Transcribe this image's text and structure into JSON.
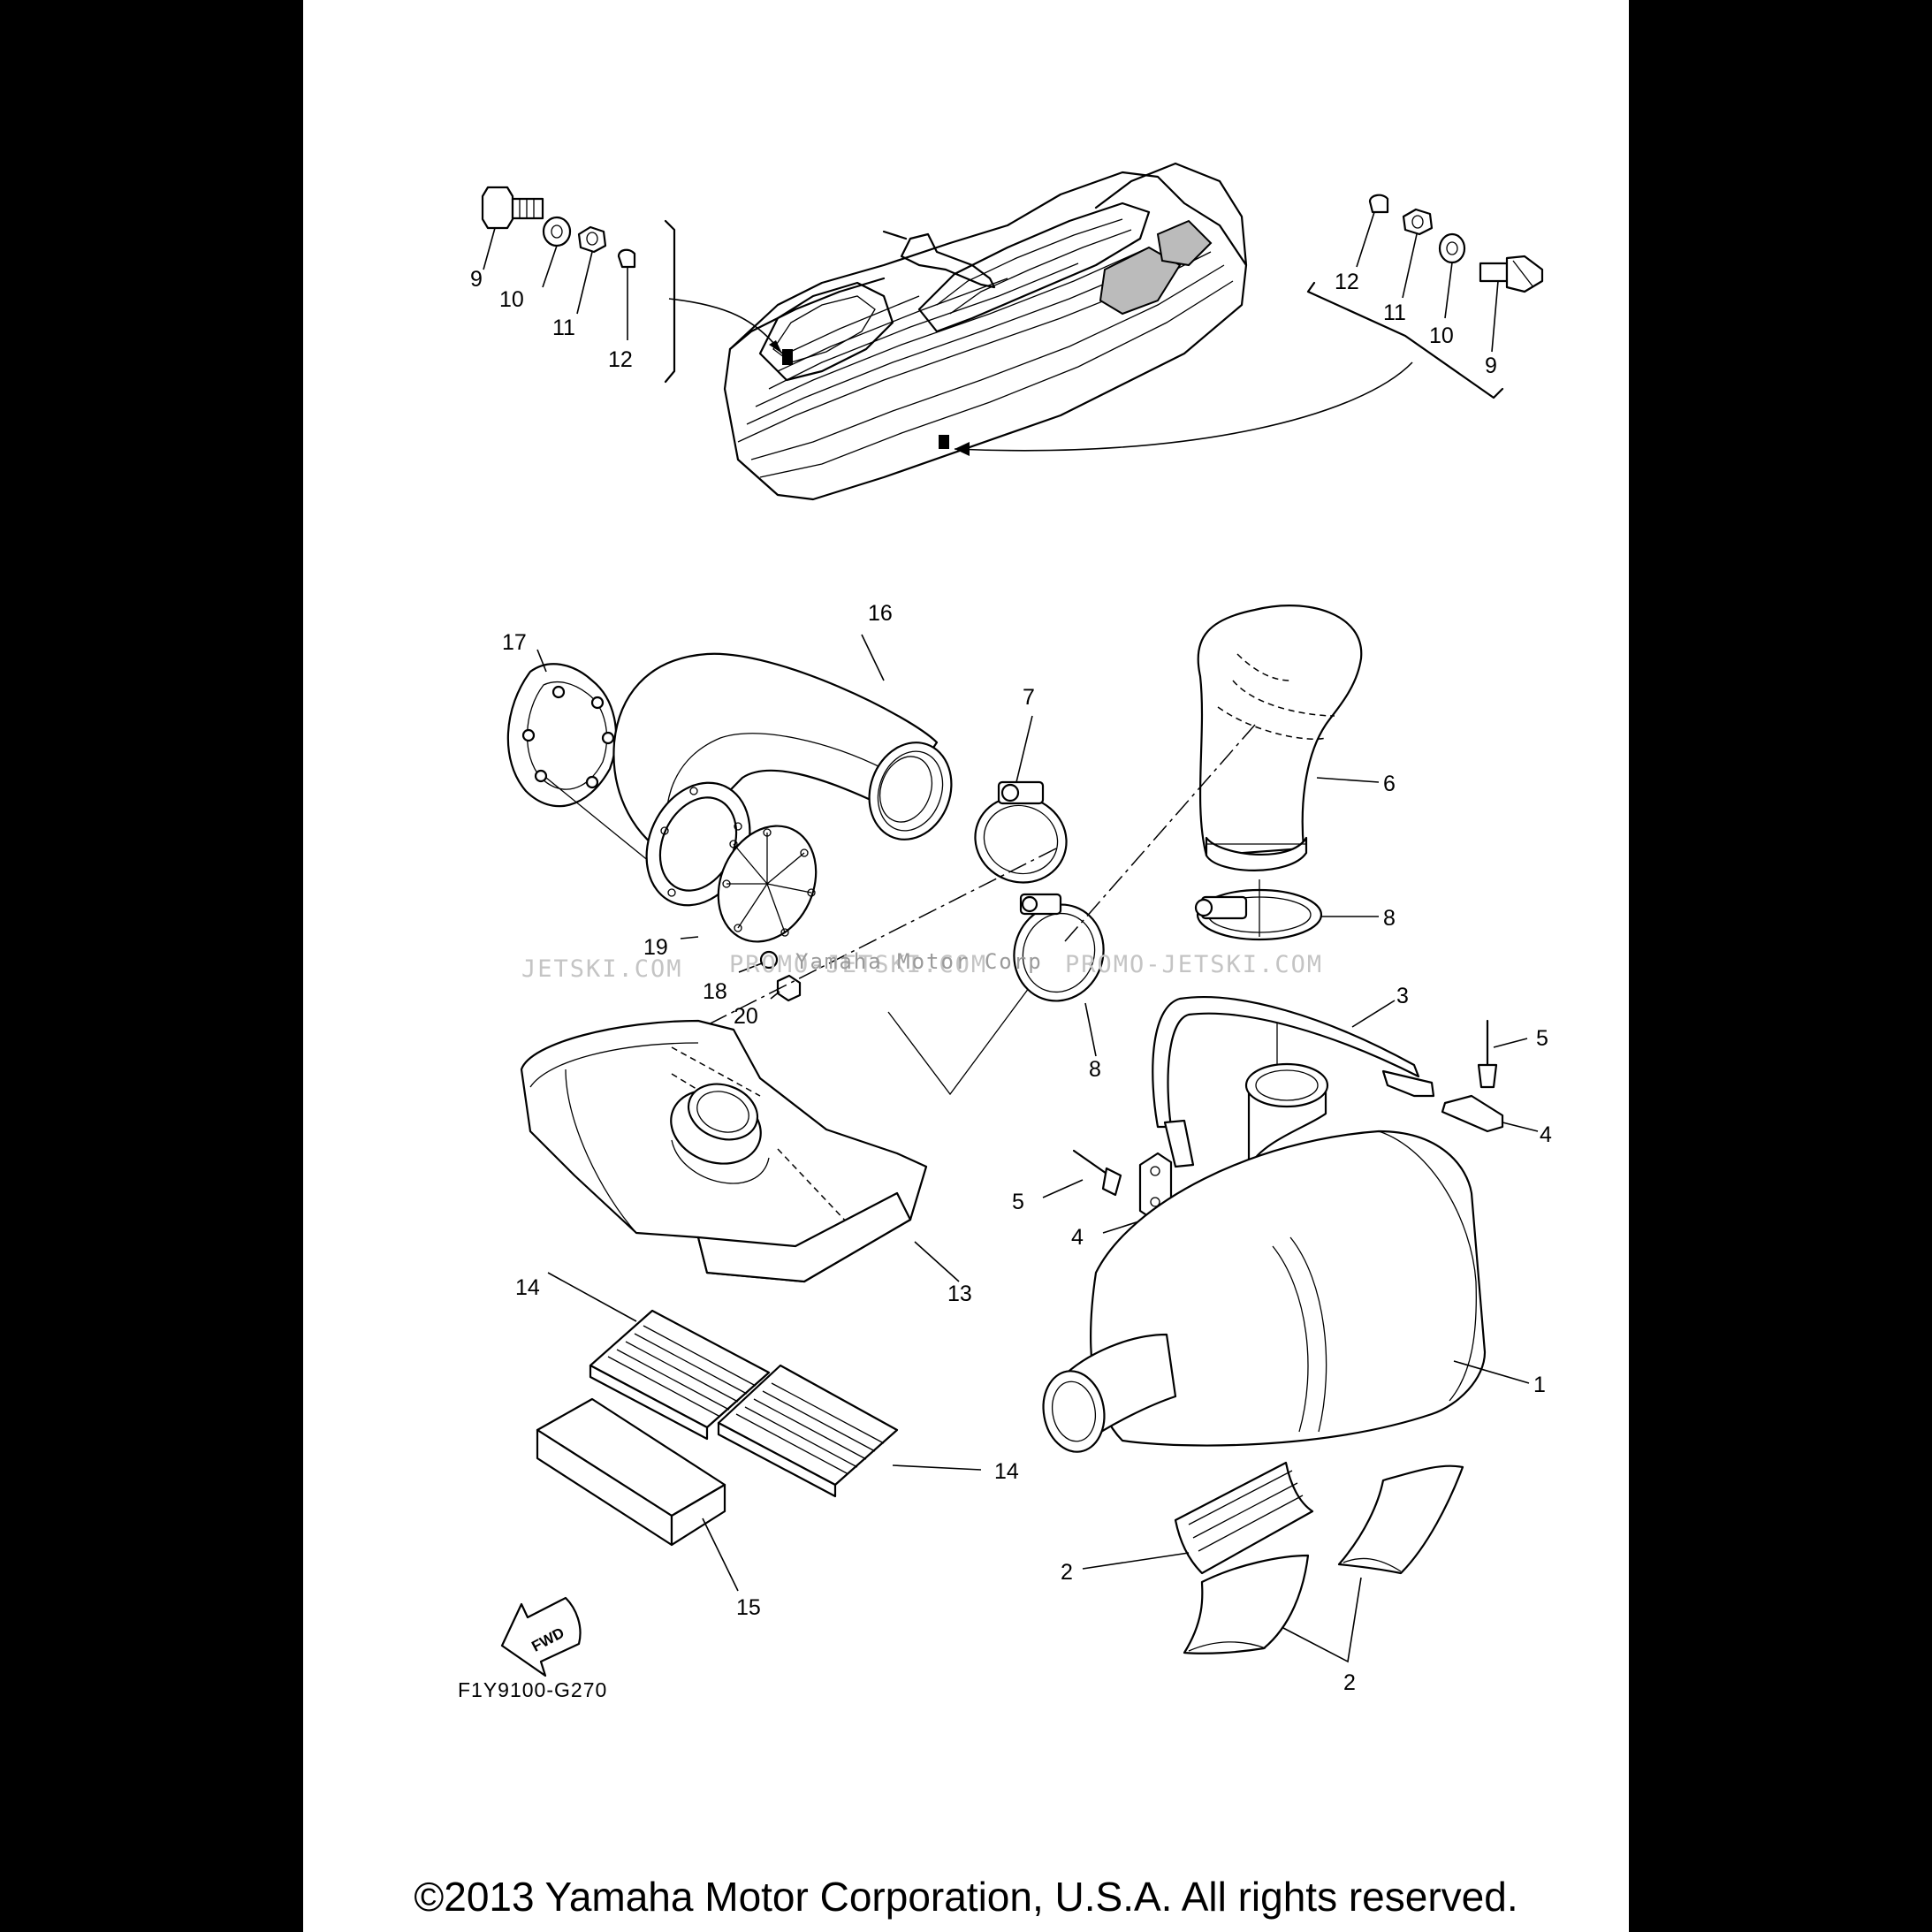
{
  "diagram_code": "F1Y9100-G270",
  "copyright": "©2013 Yamaha Motor Corporation, U.S.A. All rights reserved.",
  "watermarks": {
    "left": "JETSKI.COM",
    "center": "PROMO-JETSKI.COM",
    "overlay": "Yamaha Motor Corp",
    "right": "PROMO-JETSKI.COM"
  },
  "fwd_label": "FWD",
  "callouts": {
    "c1": "1",
    "c2a": "2",
    "c2b": "2",
    "c3": "3",
    "c4a": "4",
    "c4b": "4",
    "c5a": "5",
    "c5b": "5",
    "c6": "6",
    "c7": "7",
    "c8a": "8",
    "c8b": "8",
    "c9a": "9",
    "c10a": "10",
    "c11a": "11",
    "c12a": "12",
    "c9b": "9",
    "c10b": "10",
    "c11b": "11",
    "c12b": "12",
    "c13": "13",
    "c14a": "14",
    "c14b": "14",
    "c15": "15",
    "c16": "16",
    "c17": "17",
    "c18": "18",
    "c19": "19",
    "c20": "20"
  }
}
